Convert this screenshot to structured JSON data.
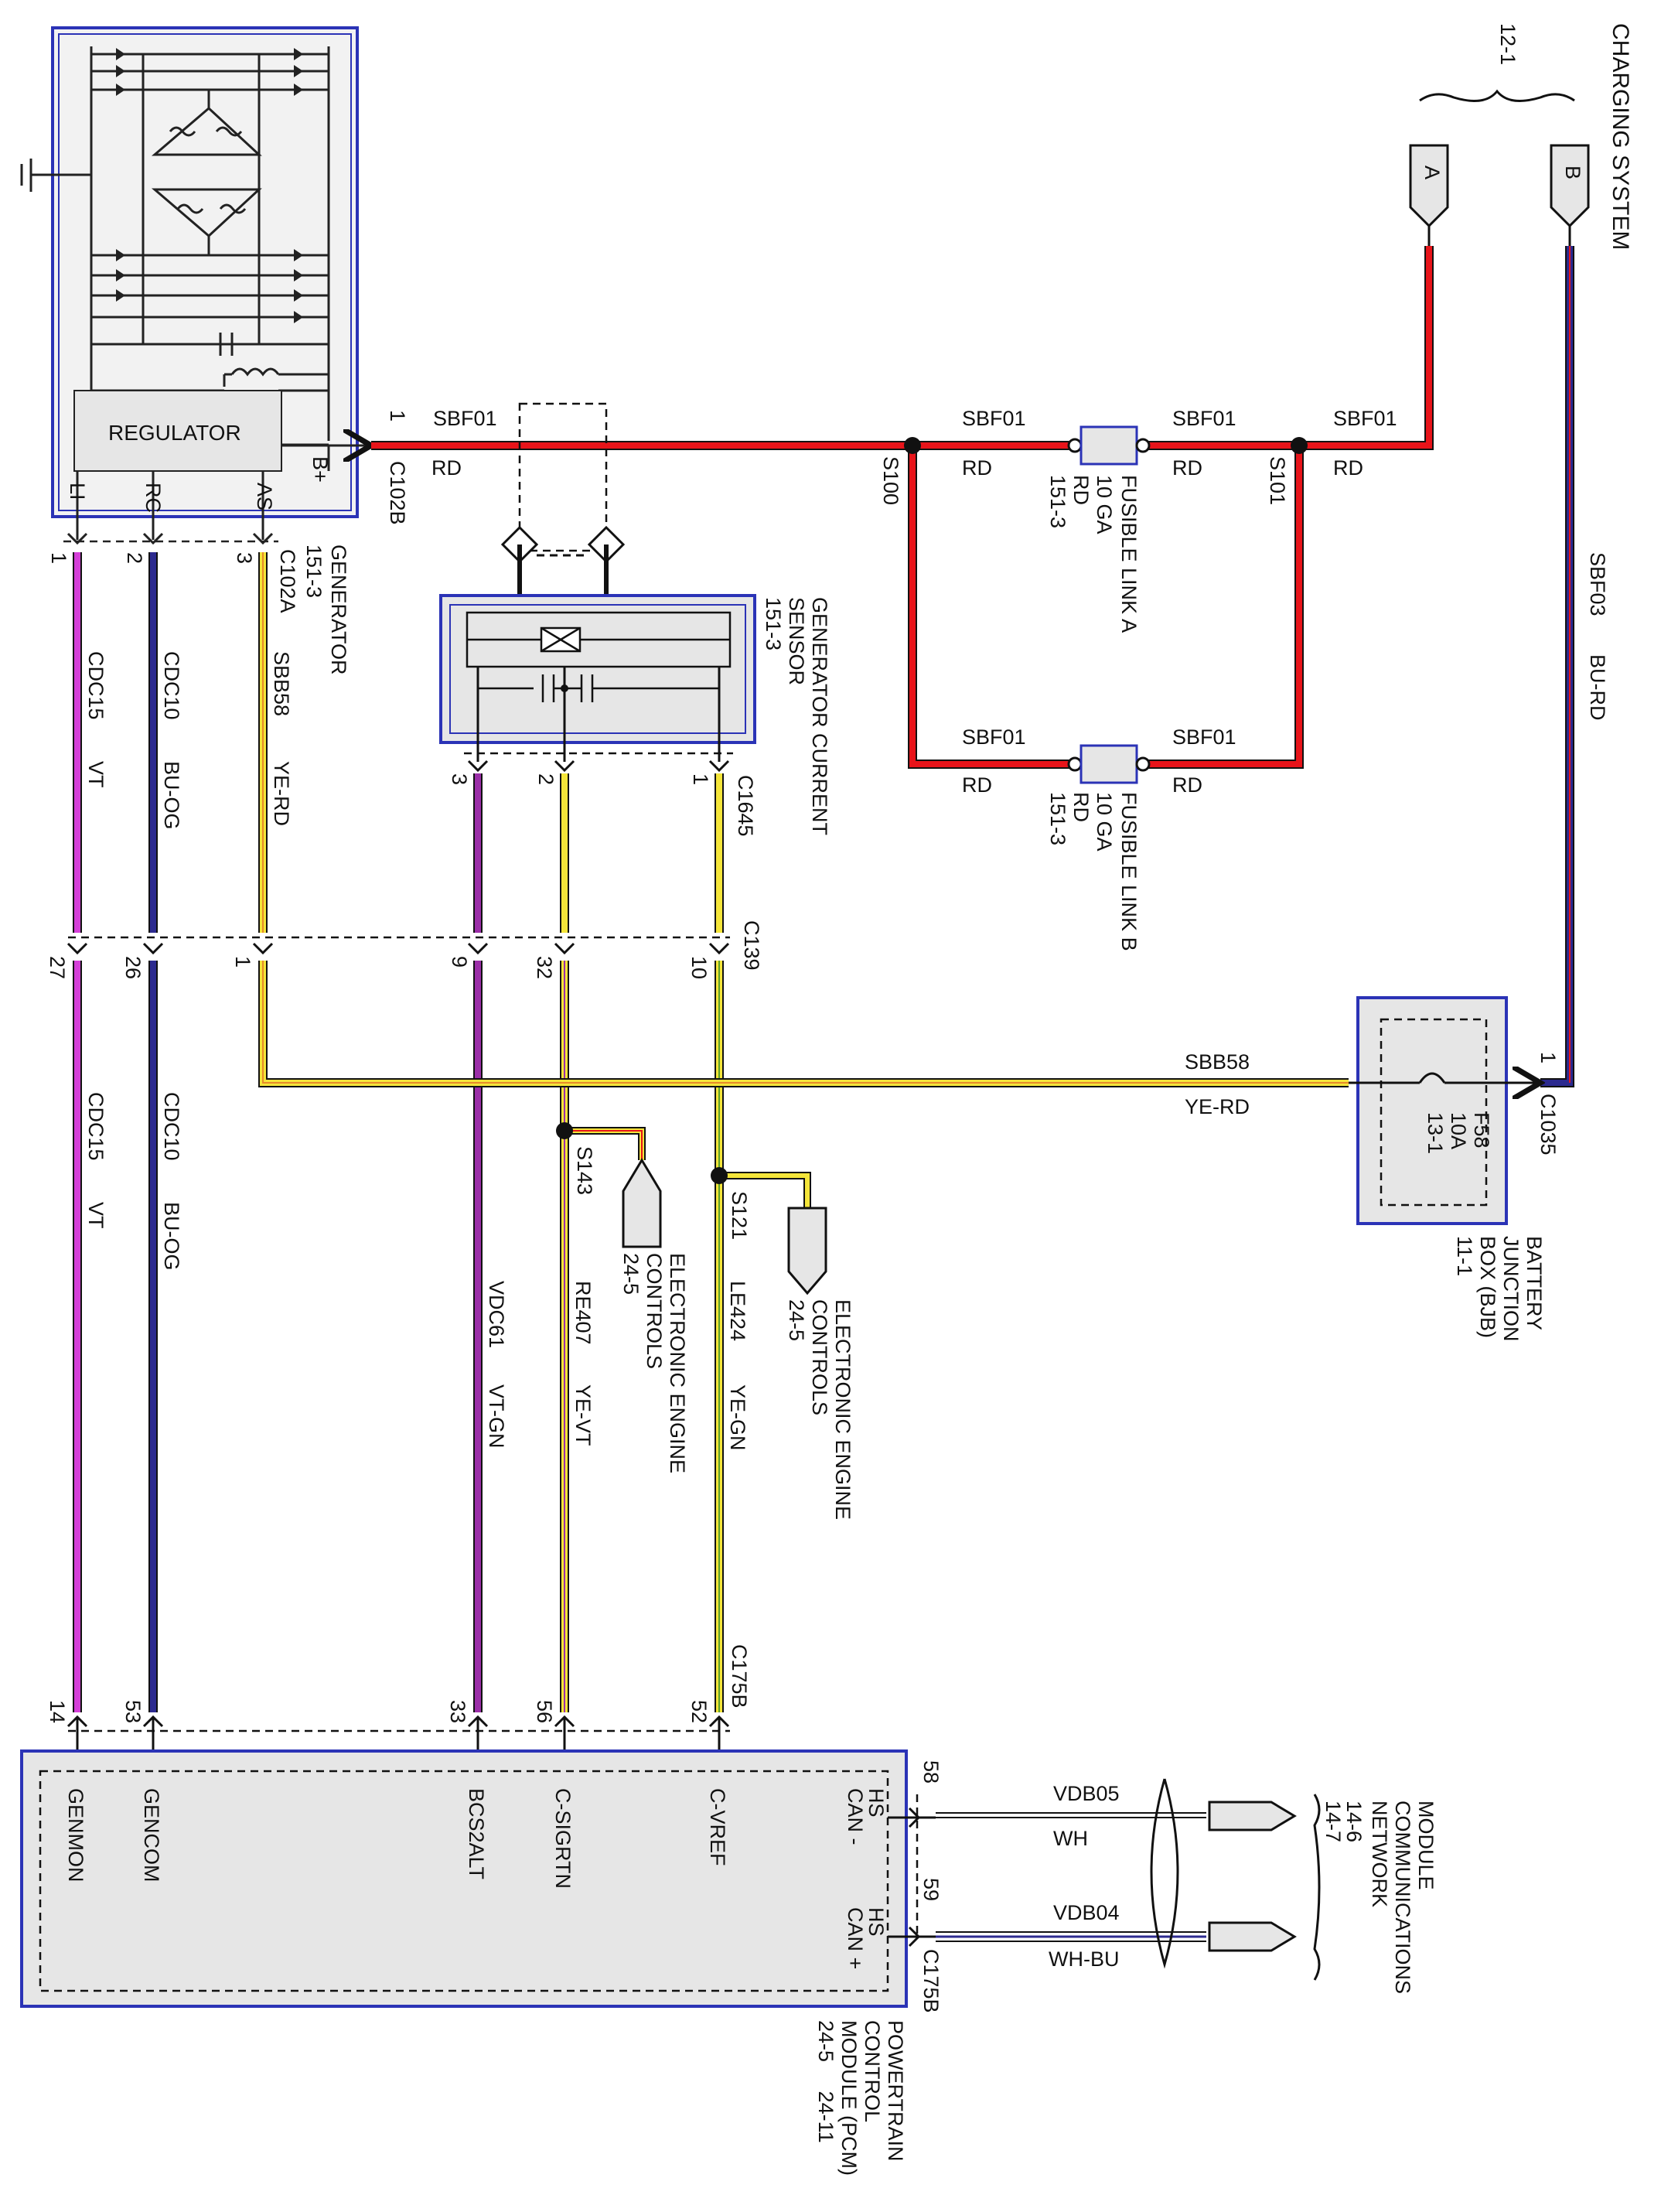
{
  "colors": {
    "RD": "#e8141a",
    "BU": "#2c2a8f",
    "VT": "#d43fd8",
    "VT-GN": "#9b2fa8",
    "YE": "#f4e53a",
    "OG": "#e78a2a",
    "WH": "#ffffff",
    "box_fill": "#e6e6e6",
    "box_border": "#2b33b6"
  },
  "charging_system": {
    "title": "CHARGING SYSTEM",
    "ref": "12-1",
    "conn_a": "A",
    "conn_b": "B"
  },
  "generator": {
    "title": "GENERATOR",
    "ref": "151-3",
    "regulator_label": "REGULATOR",
    "pins": {
      "li": "LI",
      "rc": "RC",
      "as": "AS",
      "bplus": "B+"
    },
    "out_pin": "1",
    "out_connector": "C102B",
    "harness_connector": "C102A",
    "pin_nums": [
      "1",
      "2",
      "3"
    ]
  },
  "main_feed": {
    "circuit": "SBF01",
    "color": "RD",
    "splice_s100": "S100",
    "splice_s101": "S101",
    "circuit_b": "SBF03",
    "color_b": "BU-RD"
  },
  "fusible_link_a": {
    "label": "FUSIBLE LINK A",
    "gauge": "10 GA",
    "color": "RD",
    "ref": "151-3"
  },
  "fusible_link_b": {
    "label": "FUSIBLE LINK B",
    "gauge": "10 GA",
    "color": "RD",
    "ref": "151-3"
  },
  "current_sensor": {
    "title": "GENERATOR CURRENT",
    "title2": "SENSOR",
    "ref": "151-3",
    "connector": "C1645",
    "pins": [
      "3",
      "2",
      "1"
    ]
  },
  "c139": {
    "connector": "C139",
    "pins": [
      "27",
      "26",
      "1",
      "9",
      "32",
      "10"
    ]
  },
  "wires_upper": [
    {
      "circuit": "CDC15",
      "color": "VT"
    },
    {
      "circuit": "CDC10",
      "color": "BU-OG"
    },
    {
      "circuit": "SBB58",
      "color": "YE-RD"
    }
  ],
  "wires_lower": [
    {
      "circuit": "CDC15",
      "color": "VT"
    },
    {
      "circuit": "CDC10",
      "color": "BU-OG"
    },
    {
      "circuit": "VDC61",
      "color": "VT-GN"
    },
    {
      "circuit": "RE407",
      "color": "YE-VT"
    },
    {
      "circuit": "LE424",
      "color": "YE-GN"
    }
  ],
  "sbb58_run": {
    "circuit": "SBB58",
    "color": "YE-RD"
  },
  "bjb": {
    "title": "BATTERY",
    "title2": "JUNCTION",
    "title3": "BOX (BJB)",
    "ref": "11-1",
    "fuse": "F58",
    "amps": "10A",
    "fuse_ref": "13-1",
    "pin": "1",
    "connector": "C1035"
  },
  "splices": {
    "s143": "S143",
    "s121": "S121",
    "eec_label": "ELECTRONIC ENGINE",
    "eec_label2": "CONTROLS",
    "eec_ref": "24-5"
  },
  "pcm": {
    "title": "POWERTRAIN",
    "title2": "CONTROL",
    "title3": "MODULE (PCM)",
    "refs": "24-5     24-11",
    "connector": "C175B",
    "pin_nums": [
      "14",
      "53",
      "33",
      "56",
      "52"
    ],
    "pin_labels": [
      "GENMON",
      "GENCOM",
      "BCS2ALT",
      "C-SIGRTN",
      "C-VREF"
    ],
    "can_minus": "HS\nCAN -",
    "can_plus": "HS\nCAN +",
    "can_pin_minus": "58",
    "can_pin_plus": "59"
  },
  "network": {
    "title": "MODULE",
    "title2": "COMMUNICATIONS",
    "title3": "NETWORK",
    "refs": "14-6\n14-7",
    "wire1_circuit": "VDB05",
    "wire1_color": "WH",
    "wire2_circuit": "VDB04",
    "wire2_color": "WH-BU"
  }
}
